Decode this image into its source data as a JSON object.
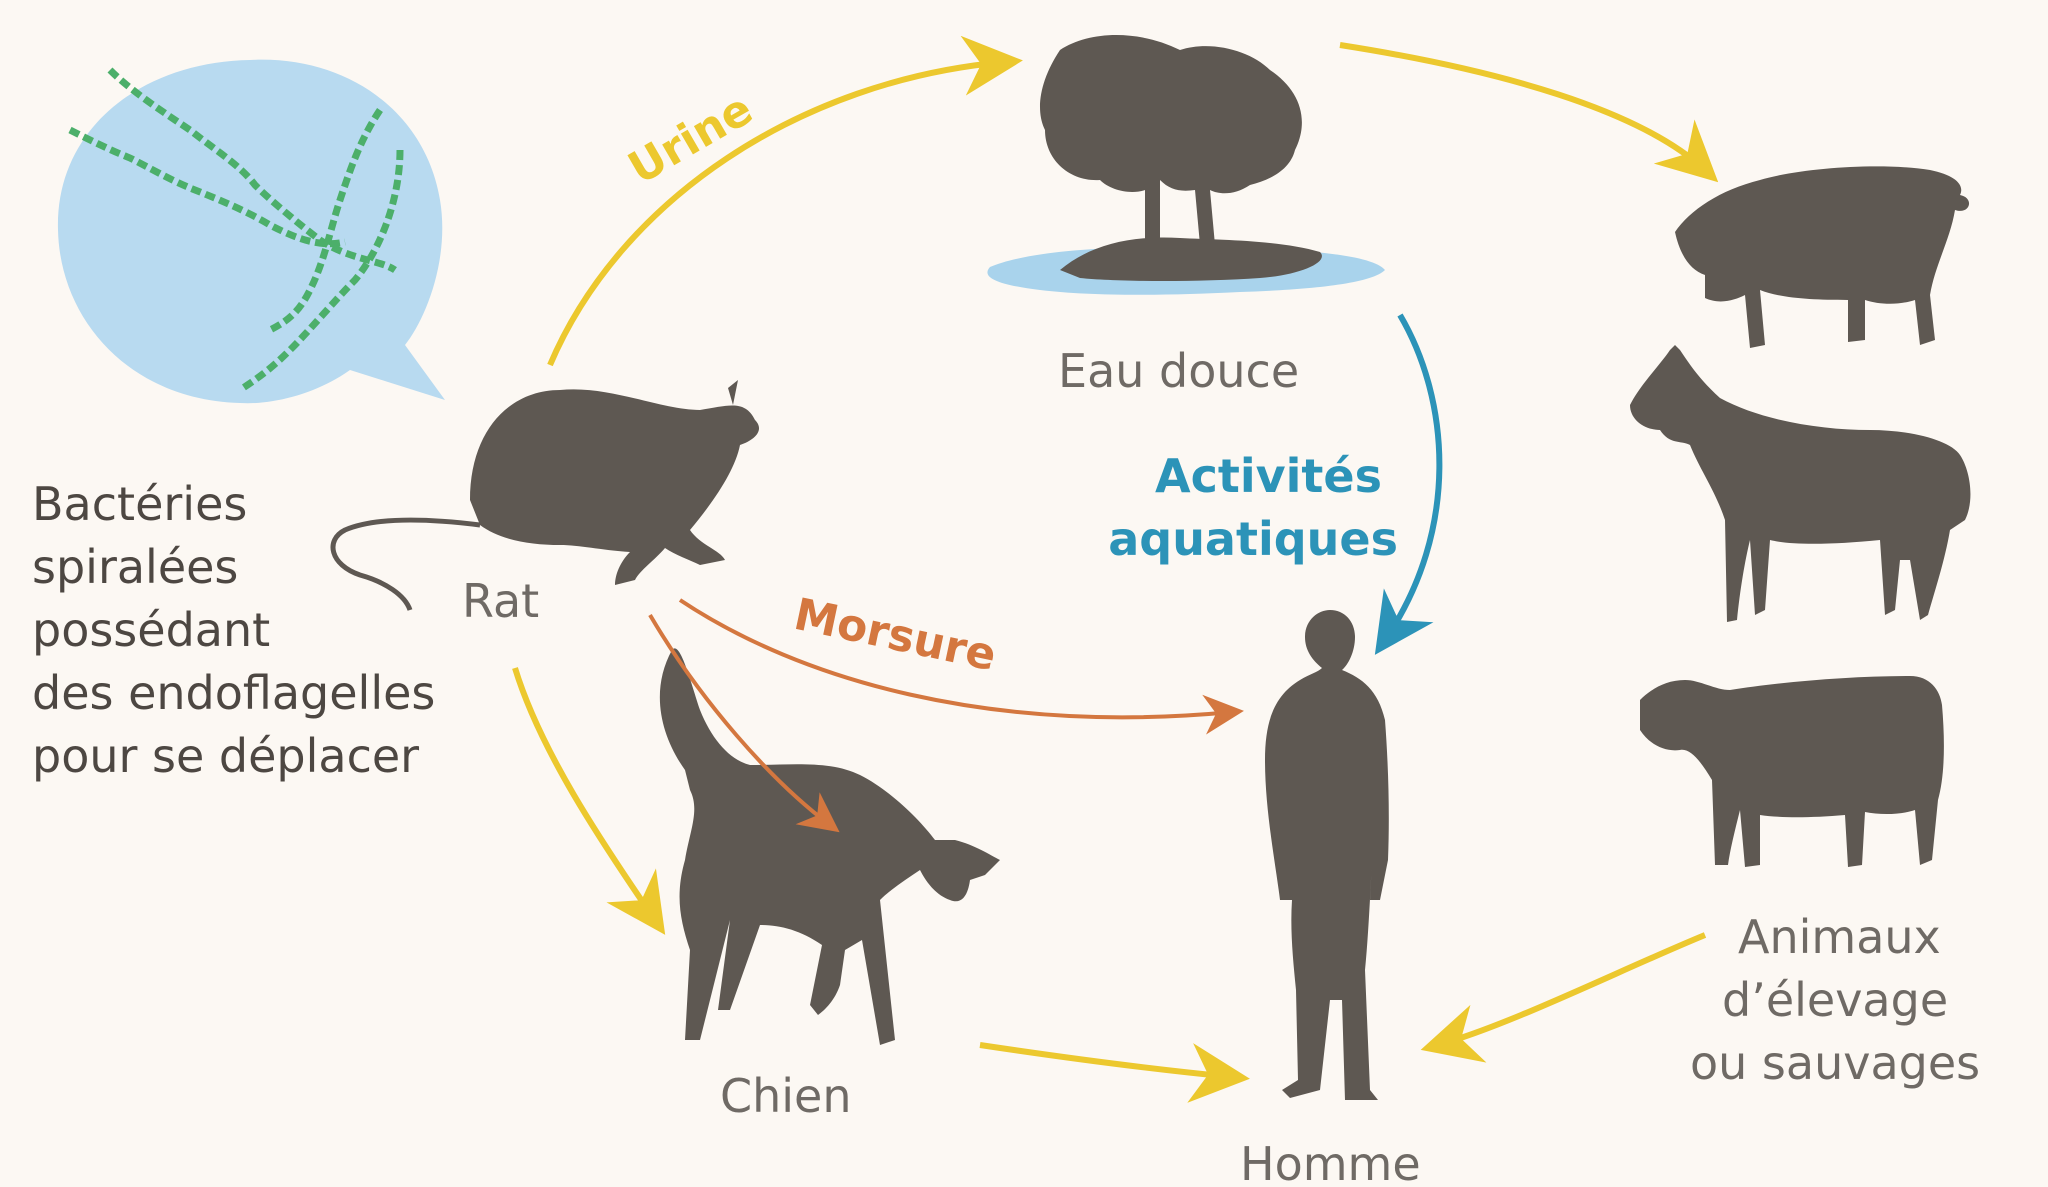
{
  "nodes": {
    "rat": "Rat",
    "eau_douce": "Eau douce",
    "chien": "Chien",
    "homme": "Homme",
    "animaux": [
      "Animaux",
      "d’élevage",
      "ou sauvages"
    ]
  },
  "caption": [
    "Bactéries",
    "spiralées",
    "possédant",
    "des endoflagelles",
    "pour se déplacer"
  ],
  "edges": {
    "urine": "Urine",
    "morsure": "Morsure",
    "activites": [
      "Activités",
      "aquatiques"
    ]
  },
  "colors": {
    "yellow": "#ecc82e",
    "orange": "#d4773f",
    "blue": "#2c93b8",
    "silhouette": "#5e5852",
    "bubble": "#b8daf0",
    "bacteria": "#4caf6a"
  }
}
